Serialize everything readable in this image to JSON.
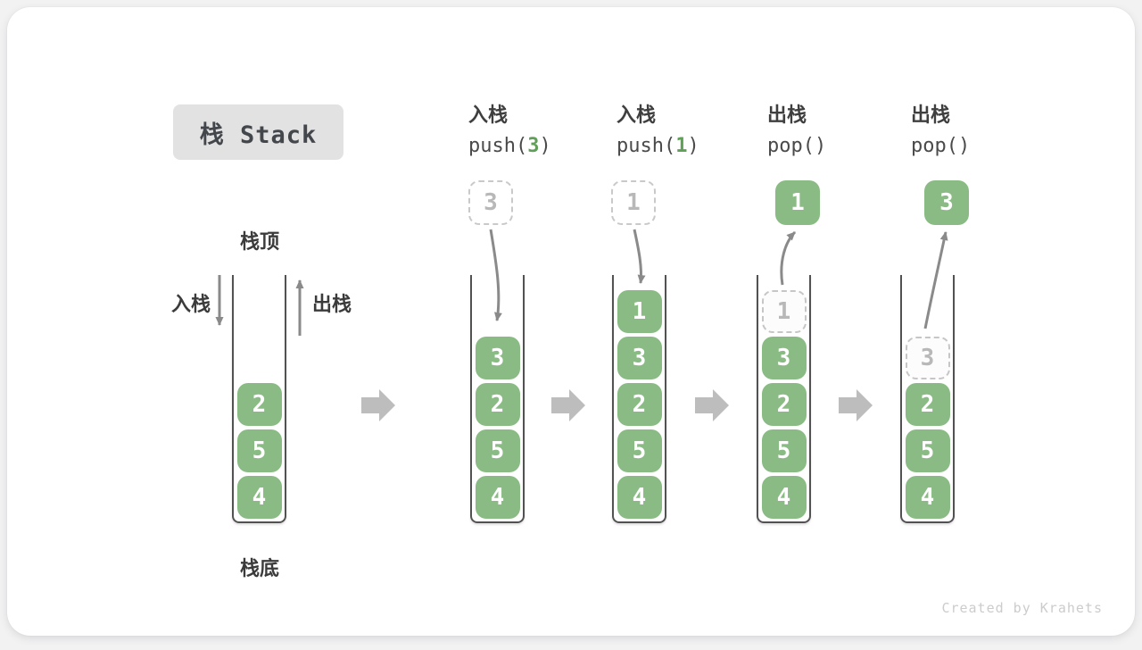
{
  "title": {
    "text": "栈 Stack"
  },
  "side_labels": {
    "top": "栈顶",
    "bottom": "栈底",
    "push": "入栈",
    "pop": "出栈"
  },
  "operations": [
    {
      "action": "入栈",
      "code_pre": "push(",
      "code_arg": "3",
      "code_post": ")"
    },
    {
      "action": "入栈",
      "code_pre": "push(",
      "code_arg": "1",
      "code_post": ")"
    },
    {
      "action": "出栈",
      "code_pre": "pop(",
      "code_arg": "",
      "code_post": ")"
    },
    {
      "action": "出栈",
      "code_pre": "pop(",
      "code_arg": "",
      "code_post": ")"
    }
  ],
  "stages": [
    {
      "items": [
        "2",
        "5",
        "4"
      ]
    },
    {
      "floating": "3",
      "items": [
        "3",
        "2",
        "5",
        "4"
      ]
    },
    {
      "floating": "1",
      "items": [
        "1",
        "3",
        "2",
        "5",
        "4"
      ]
    },
    {
      "floating": "1",
      "ghost": "1",
      "items": [
        "3",
        "2",
        "5",
        "4"
      ]
    },
    {
      "floating": "3",
      "ghost": "3",
      "items": [
        "2",
        "5",
        "4"
      ]
    }
  ],
  "watermark": "Created by Krahets",
  "colors": {
    "element_green": "#8abb84",
    "code_arg_green": "#5f9f58",
    "transition_arrow_gray": "#bdbdbd",
    "flow_arrow_gray": "#8a8a8a"
  }
}
